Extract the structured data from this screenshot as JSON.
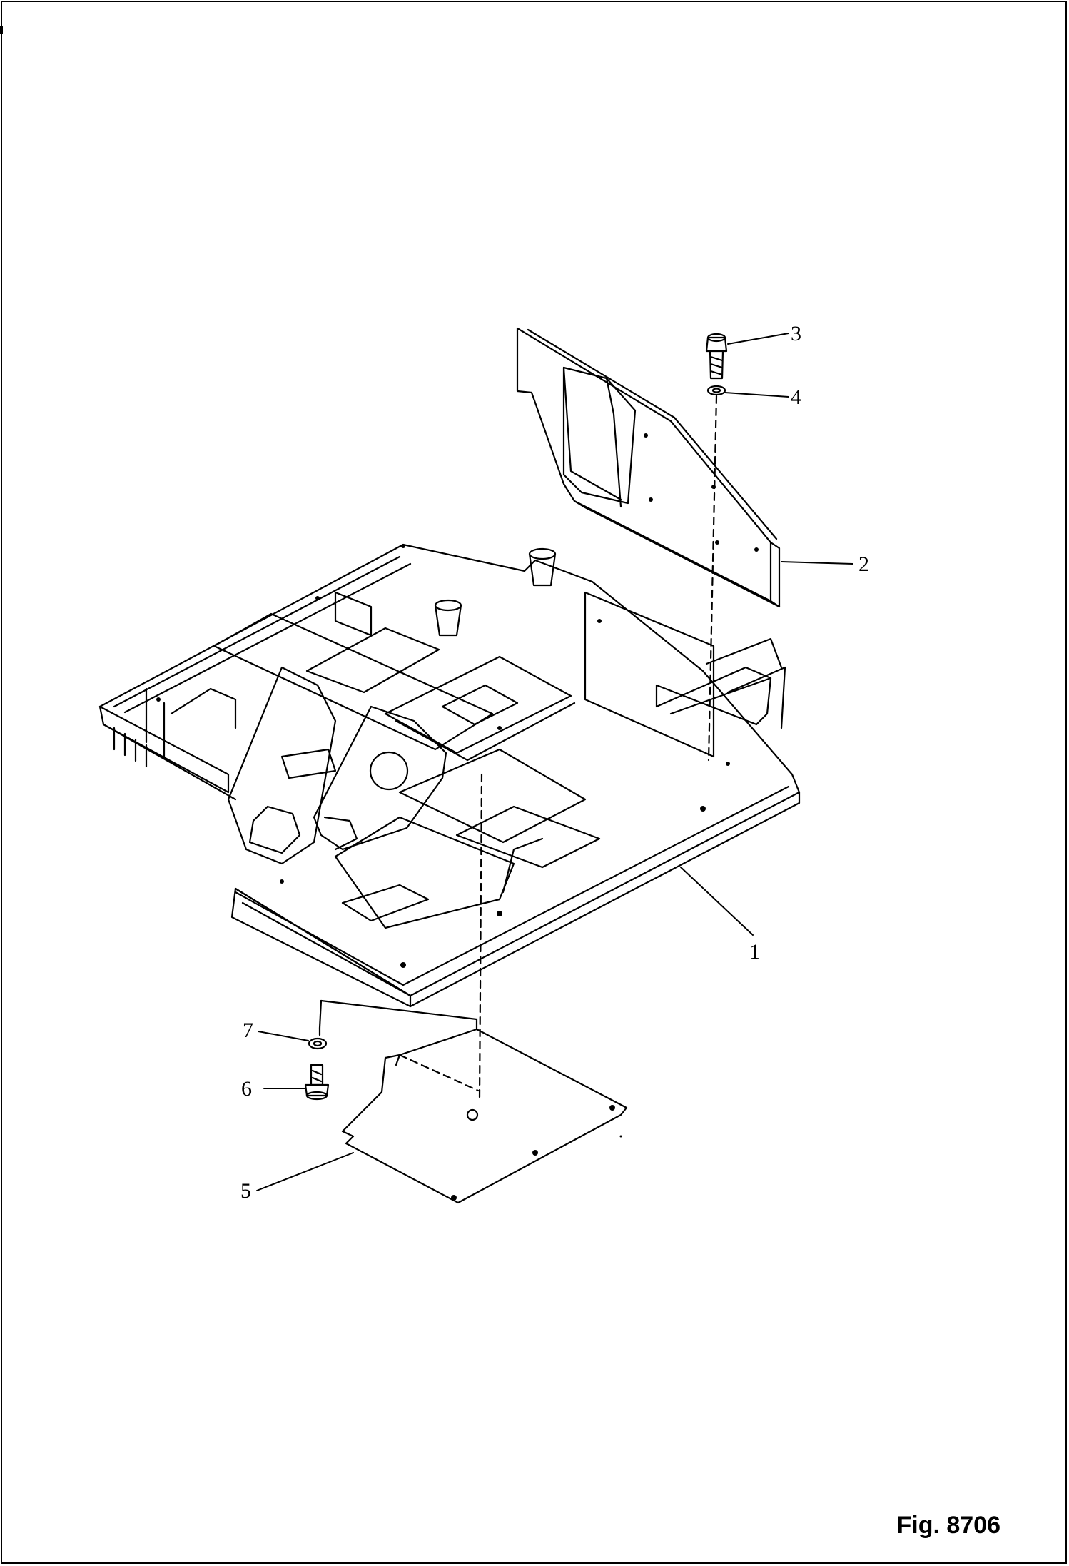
{
  "figure": {
    "label": "Fig. 8706"
  },
  "callouts": [
    {
      "id": "1",
      "text": "1"
    },
    {
      "id": "2",
      "text": "2"
    },
    {
      "id": "3",
      "text": "3"
    },
    {
      "id": "4",
      "text": "4"
    },
    {
      "id": "5",
      "text": "5"
    },
    {
      "id": "6",
      "text": "6"
    },
    {
      "id": "7",
      "text": "7"
    }
  ],
  "parts": {
    "p1": "revolving-frame",
    "p2": "cover-plate",
    "p3": "bolt",
    "p4": "washer",
    "p5": "under-cover",
    "p6": "bolt",
    "p7": "washer"
  },
  "colors": {
    "line": "#000000",
    "background": "#ffffff"
  }
}
